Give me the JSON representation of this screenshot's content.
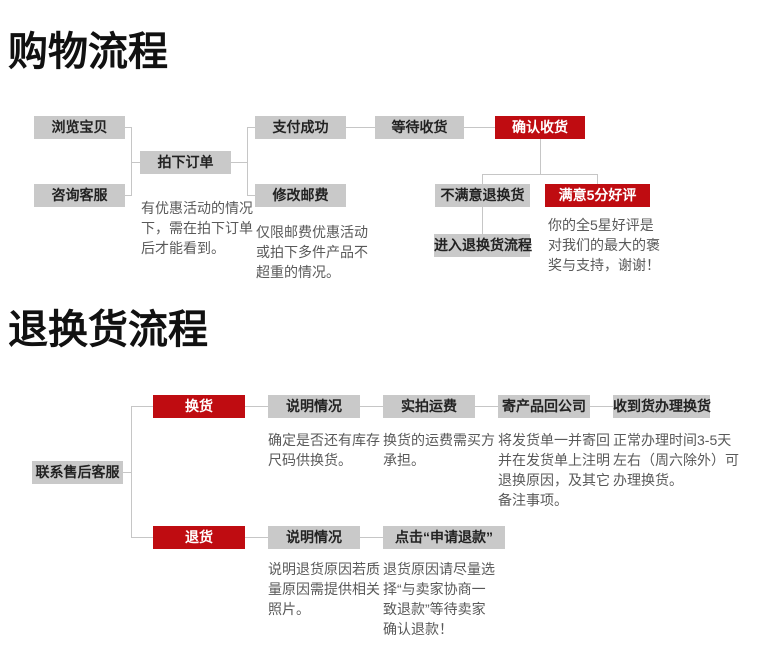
{
  "shopping_flow": {
    "title": "购物流程",
    "nodes": {
      "browse": "浏览宝贝",
      "consult": "咨询客服",
      "place_order": "拍下订单",
      "pay_success": "支付成功",
      "modify_postage": "修改邮费",
      "wait_receive": "等待收货",
      "confirm_receive": "确认收货",
      "unsatisfied_return": "不满意退换货",
      "satisfied_praise": "满意5分好评",
      "enter_return_flow": "进入退换货流程"
    },
    "notes": {
      "order_note": "有优惠活动的情况\n下，需在拍下订单\n后才能看到。",
      "postage_note": "仅限邮费优惠活动\n或拍下多件产品不\n超重的情况。",
      "praise_note": "你的全5星好评是\n对我们的最大的褒\n奖与支持，谢谢！"
    }
  },
  "return_flow": {
    "title": "退换货流程",
    "nodes": {
      "contact_service": "联系售后客服",
      "exchange": "换货",
      "explain_1": "说明情况",
      "freight": "实拍运费",
      "send_back": "寄产品回公司",
      "handle_exchange": "收到货办理换货",
      "refund": "退货",
      "explain_2": "说明情况",
      "click_refund": "点击“申请退款”"
    },
    "notes": {
      "stock_note": "确定是否还有库存\n尺码供换货。",
      "freight_note": "换货的运费需买方\n承担。",
      "send_back_note": "将发货单一并寄回\n并在发货单上注明\n退换原因，及其它\n备注事项。",
      "handle_time_note": "正常办理时间3-5天\n左右（周六除外）可\n办理换货。",
      "refund_reason_note": "说明退货原因若质\n量原因需提供相关\n照片。",
      "refund_click_note": "退货原因请尽量选\n择“与卖家协商一\n致退款”等待卖家\n确认退款！"
    }
  },
  "colors": {
    "box_gray": "#c9c9c9",
    "box_red": "#bf0c11",
    "connector": "#c6c6c6",
    "note_text": "#595959",
    "box_text": "#222222",
    "title_text": "#111111"
  }
}
